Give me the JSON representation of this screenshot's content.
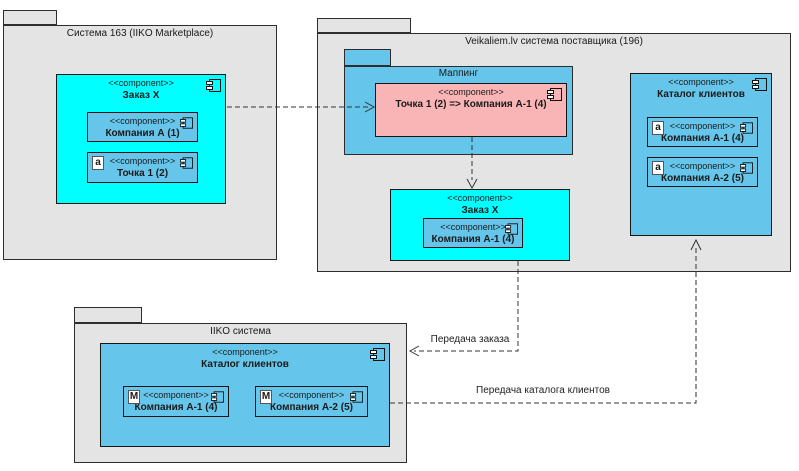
{
  "pkg1": {
    "title": "Система 163 (IIKO Marketplace)",
    "zakaz": {
      "stereotype": "<<component>>",
      "name": "Заказ X",
      "children": [
        {
          "stereotype": "<<component>>",
          "name": "Компания А (1)"
        },
        {
          "badge": "a",
          "stereotype": "<<component>>",
          "name": "Точка 1 (2)"
        }
      ]
    }
  },
  "pkg2": {
    "title": "Veikaliem.lv система поставщика (196)",
    "mapping": {
      "title": "Маппинг",
      "rule": {
        "stereotype": "<<component>>",
        "name": "Точка 1 (2) => Компания А-1 (4)"
      }
    },
    "zakaz": {
      "stereotype": "<<component>>",
      "name": "Заказ X",
      "children": [
        {
          "stereotype": "<<component>>",
          "name": "Компания А-1 (4)"
        }
      ]
    },
    "catalog": {
      "stereotype": "<<component>>",
      "name": "Каталог клиентов",
      "children": [
        {
          "badge": "a",
          "stereotype": "<<component>>",
          "name": "Компания А-1 (4)"
        },
        {
          "badge": "a",
          "stereotype": "<<component>>",
          "name": "Компания А-2 (5)"
        }
      ]
    }
  },
  "pkg3": {
    "title": "IIKO система",
    "catalog": {
      "stereotype": "<<component>>",
      "name": "Каталог клиентов",
      "children": [
        {
          "badge": "M",
          "stereotype": "<<component>>",
          "name": "Компания А-1 (4)"
        },
        {
          "badge": "M",
          "stereotype": "<<component>>",
          "name": "Компания А-2 (5)"
        }
      ]
    }
  },
  "connectors": {
    "order_transfer_label": "Передача заказа",
    "catalog_transfer_label": "Передача каталога клиентов"
  },
  "colors": {
    "package_fill": "#e4e4e4",
    "component_cyan": "#00ffff",
    "component_blue": "#66c5ea",
    "component_pink": "#f9b5b6",
    "border": "#2d2d2d",
    "connector": "#333333"
  }
}
